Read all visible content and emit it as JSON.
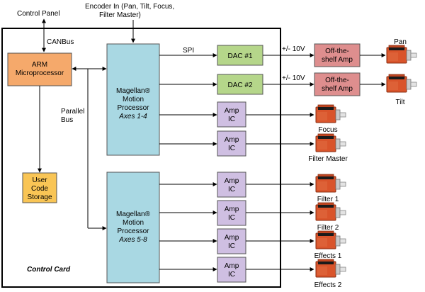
{
  "top": {
    "control_panel": "Control Panel",
    "canbus": "CANBus",
    "encoder_line1": "Encoder In (Pan, Tilt, Focus,",
    "encoder_line2": "Filter Master)"
  },
  "arm": {
    "line1": "ARM",
    "line2": "Microprocessor"
  },
  "parallel_bus": {
    "line1": "Parallel",
    "line2": "Bus"
  },
  "user_code": {
    "line1": "User",
    "line2": "Code",
    "line3": "Storage"
  },
  "magellan1": {
    "line1": "Magellan®",
    "line2": "Motion",
    "line3": "Processor",
    "line4": "Axes 1-4"
  },
  "magellan2": {
    "line1": "Magellan®",
    "line2": "Motion",
    "line3": "Processor",
    "line4": "Axes 5-8"
  },
  "spi": "SPI",
  "dac1": "DAC #1",
  "dac2": "DAC #2",
  "voltage1": "+/- 10V",
  "voltage2": "+/- 10V",
  "ots_amp1": {
    "line1": "Off-the-",
    "line2": "shelf Amp"
  },
  "ots_amp2": {
    "line1": "Off-the-",
    "line2": "shelf Amp"
  },
  "amp_ic": {
    "line1": "Amp",
    "line2": "IC"
  },
  "control_card": "Control Card",
  "motors": [
    "Pan",
    "Tilt",
    "Focus",
    "Filter Master",
    "Filter 1",
    "Filter 2",
    "Effects 1",
    "Effects 2"
  ],
  "colors": {
    "arm": "#f5a96b",
    "user_code": "#f9c555",
    "magellan": "#a9d8e3",
    "dac": "#b5d68a",
    "ots_amp": "#de8e8e",
    "amp_ic": "#cfbfe2",
    "motor_body": "#d9542b"
  }
}
